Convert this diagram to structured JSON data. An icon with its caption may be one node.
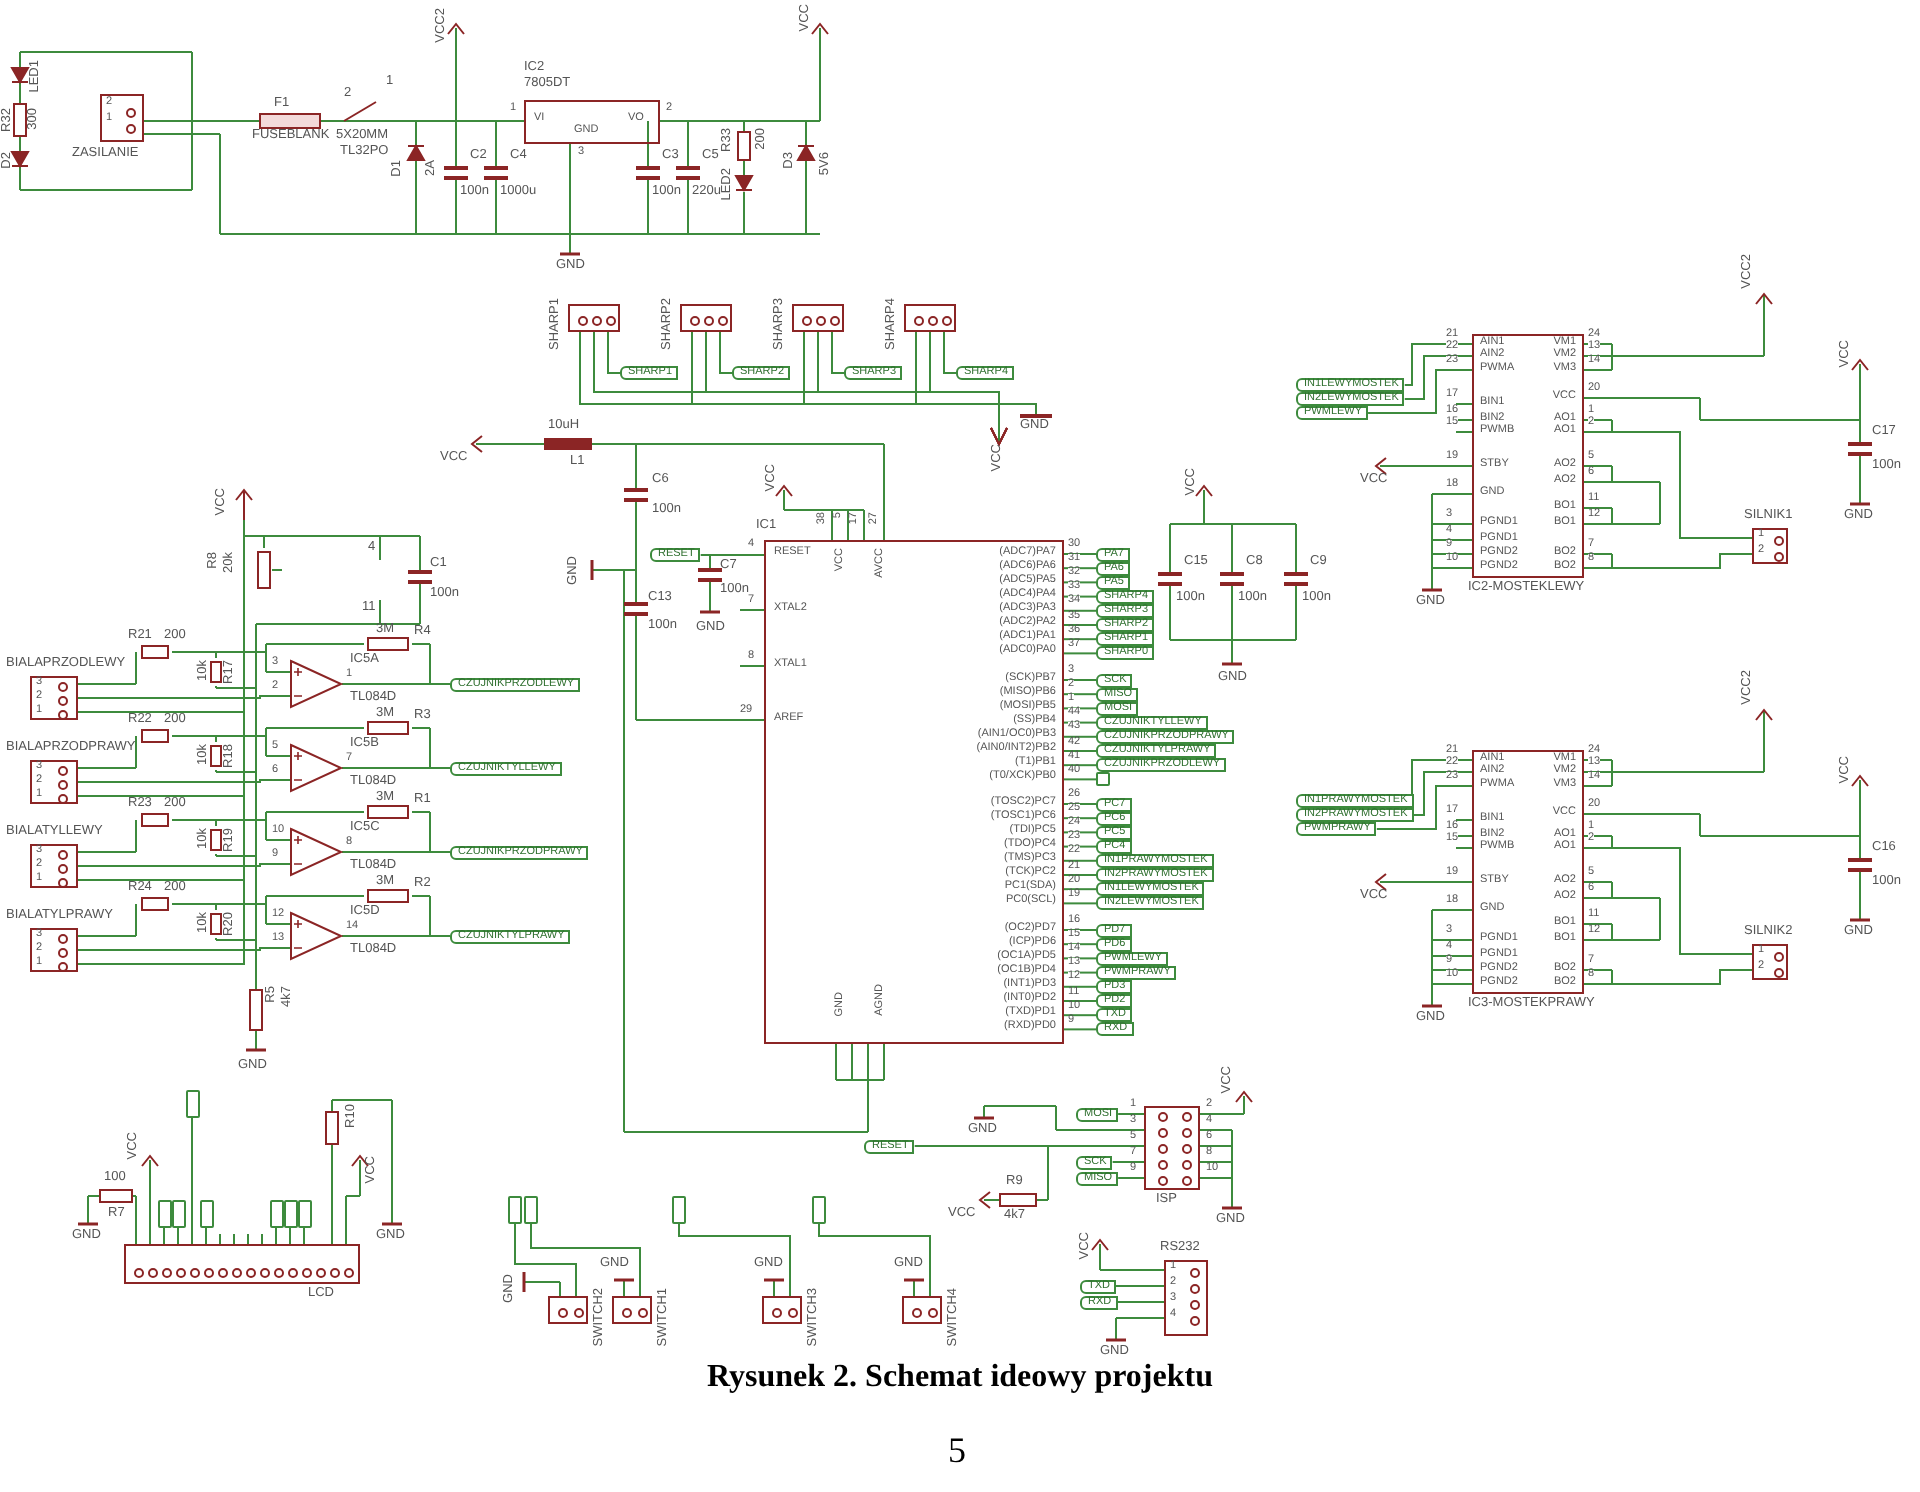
{
  "diagram": {
    "caption": "Rysunek 2. Schemat ideowy projektu",
    "nodes": [
      {
        "text": [
          "2",
          "1",
          "ZASILANIE"
        ]
      },
      {
        "text": [
          "IC2",
          "7805DT",
          "VI",
          "VO",
          "GND",
          "1",
          "2",
          "3"
        ]
      },
      {
        "text": [
          "SHARP1"
        ]
      },
      {
        "text": [
          "SHARP2"
        ]
      },
      {
        "text": [
          "SHARP3"
        ]
      },
      {
        "text": [
          "SHARP4"
        ]
      },
      {
        "text": [
          "SHARP1"
        ]
      },
      {
        "text": [
          "SHARP2"
        ]
      },
      {
        "text": [
          "SHARP3"
        ]
      },
      {
        "text": [
          "SHARP4"
        ]
      },
      {
        "text": [
          "RESET"
        ]
      },
      {
        "text": [
          "IC1",
          "RESET",
          "XTAL2",
          "XTAL1",
          "AREF",
          "VCC",
          "AVCC",
          "GND",
          "AGND",
          "(ADC7)PA7",
          "(ADC6)PA6",
          "(ADC5)PA5",
          "(ADC4)PA4",
          "(ADC3)PA3",
          "(ADC2)PA2",
          "(ADC1)PA1",
          "(ADC0)PA0",
          "(SCK)PB7",
          "(MISO)PB6",
          "(MOSI)PB5",
          "(SS)PB4",
          "(AIN1/OC0)PB3",
          "(AIN0/INT2)PB2",
          "(T1)PB1",
          "(T0/XCK)PB0",
          "(TOSC2)PC7",
          "(TOSC1)PC6",
          "(TDI)PC5",
          "(TDO)PC4",
          "(TMS)PC3",
          "(TCK)PC2",
          "PC1(SDA)",
          "PC0(SCL)",
          "(OC2)PD7",
          "(ICP)PD6",
          "(OC1A)PD5",
          "(OC1B)PD4",
          "(INT1)PD3",
          "(INT0)PD2",
          "(TXD)PD1",
          "(RXD)PD0",
          "4",
          "7",
          "8",
          "29",
          "38",
          "5",
          "17",
          "27",
          "30",
          "31",
          "32",
          "33",
          "34",
          "35",
          "36",
          "37",
          "3",
          "2",
          "1",
          "44",
          "43",
          "42",
          "41",
          "40",
          "26",
          "25",
          "24",
          "23",
          "22",
          "21",
          "20",
          "19",
          "16",
          "15",
          "14",
          "13",
          "12",
          "11",
          "10",
          "9"
        ]
      },
      {
        "text": [
          "PA7"
        ]
      },
      {
        "text": [
          "PA6"
        ]
      },
      {
        "text": [
          "PA5"
        ]
      },
      {
        "text": [
          "SHARP4"
        ]
      },
      {
        "text": [
          "SHARP3"
        ]
      },
      {
        "text": [
          "SHARP2"
        ]
      },
      {
        "text": [
          "SHARP1"
        ]
      },
      {
        "text": [
          "SHARP0"
        ]
      },
      {
        "text": [
          "SCK"
        ]
      },
      {
        "text": [
          "MISO"
        ]
      },
      {
        "text": [
          "MOSI"
        ]
      },
      {
        "text": [
          "CZUJNIKTYLLEWY"
        ]
      },
      {
        "text": [
          "CZUJNIKPRZODPRAWY"
        ]
      },
      {
        "text": [
          "CZUJNIKTYLPRAWY"
        ]
      },
      {
        "text": [
          "CZUJNIKPRZODLEWY"
        ]
      },
      {
        "text": [],
        "shape": "box"
      },
      {
        "text": [
          "PC7"
        ]
      },
      {
        "text": [
          "PC6"
        ]
      },
      {
        "text": [
          "PC5"
        ]
      },
      {
        "text": [
          "PC4"
        ]
      },
      {
        "text": [
          "IN1PRAWYMOSTEK"
        ]
      },
      {
        "text": [
          "IN2PRAWYMOSTEK"
        ]
      },
      {
        "text": [
          "IN1LEWYMOSTEK"
        ]
      },
      {
        "text": [
          "IN2LEWYMOSTEK"
        ]
      },
      {
        "text": [
          "PD7"
        ]
      },
      {
        "text": [
          "PD6"
        ]
      },
      {
        "text": [
          "PWMLEWY"
        ]
      },
      {
        "text": [
          "PWMPRAWY"
        ]
      },
      {
        "text": [
          "PD3"
        ]
      },
      {
        "text": [
          "PD2"
        ]
      },
      {
        "text": [
          "TXD"
        ]
      },
      {
        "text": [
          "RXD"
        ]
      },
      {
        "text": [
          "IC5A",
          "TL084D",
          "3",
          "2",
          "1"
        ]
      },
      {
        "text": [
          "IC5B",
          "TL084D",
          "5",
          "6",
          "7"
        ]
      },
      {
        "text": [
          "IC5C",
          "TL084D",
          "10",
          "9",
          "8"
        ]
      },
      {
        "text": [
          "IC5D",
          "TL084D",
          "12",
          "13",
          "14"
        ]
      },
      {
        "text": [
          "BIALAPRZODLEWY",
          "3",
          "2",
          "1"
        ]
      },
      {
        "text": [
          "BIALAPRZODPRAWY",
          "3",
          "2",
          "1"
        ]
      },
      {
        "text": [
          "BIALATYLLEWY",
          "3",
          "2",
          "1"
        ]
      },
      {
        "text": [
          "BIALATYLPRAWY",
          "3",
          "2",
          "1"
        ]
      },
      {
        "text": [
          "CZUJNIKPRZODLEWY"
        ]
      },
      {
        "text": [
          "CZUJNIKTYLLEWY"
        ]
      },
      {
        "text": [
          "CZUJNIKPRZODPRAWY"
        ]
      },
      {
        "text": [
          "CZUJNIKTYLPRAWY"
        ]
      },
      {
        "text": [
          "IC2-MOSTEKLEWY",
          "AIN1",
          "AIN2",
          "PWMA",
          "BIN1",
          "BIN2",
          "PWMB",
          "STBY",
          "GND",
          "PGND1",
          "PGND1",
          "PGND2",
          "PGND2",
          "VM1",
          "VM2",
          "VM3",
          "VCC",
          "AO1",
          "AO1",
          "AO2",
          "AO2",
          "BO1",
          "BO1",
          "BO2",
          "BO2",
          "21",
          "22",
          "23",
          "17",
          "16",
          "15",
          "19",
          "18",
          "3",
          "4",
          "9",
          "10",
          "24",
          "13",
          "14",
          "20",
          "1",
          "2",
          "5",
          "6",
          "11",
          "12",
          "7",
          "8"
        ]
      },
      {
        "text": [
          "IN1LEWYMOSTEK"
        ]
      },
      {
        "text": [
          "IN2LEWYMOSTEK"
        ]
      },
      {
        "text": [
          "PWMLEWY"
        ]
      },
      {
        "text": [
          "SILNIK1",
          "1",
          "2"
        ]
      },
      {
        "text": [
          "IC3-MOSTEKPRAWY",
          "AIN1",
          "AIN2",
          "PWMA",
          "BIN1",
          "BIN2",
          "PWMB",
          "STBY",
          "GND",
          "PGND1",
          "PGND1",
          "PGND2",
          "PGND2",
          "VM1",
          "VM2",
          "VM3",
          "VCC",
          "AO1",
          "AO1",
          "AO2",
          "AO2",
          "BO1",
          "BO1",
          "BO2",
          "BO2",
          "21",
          "22",
          "23",
          "17",
          "16",
          "15",
          "19",
          "18",
          "3",
          "4",
          "9",
          "10",
          "24",
          "13",
          "14",
          "20",
          "1",
          "2",
          "5",
          "6",
          "11",
          "12",
          "7",
          "8"
        ]
      },
      {
        "text": [
          "IN1PRAWYMOSTEK"
        ]
      },
      {
        "text": [
          "IN2PRAWYMOSTEK"
        ]
      },
      {
        "text": [
          "PWMPRAWY"
        ]
      },
      {
        "text": [
          "SILNIK2",
          "1",
          "2"
        ]
      },
      {
        "text": [
          "LCD"
        ]
      },
      {
        "text": [],
        "shape": "box"
      },
      {
        "text": [],
        "shape": "box"
      },
      {
        "text": [],
        "shape": "box"
      },
      {
        "text": [],
        "shape": "box"
      },
      {
        "text": [],
        "shape": "box"
      },
      {
        "text": [],
        "shape": "box"
      },
      {
        "text": [],
        "shape": "box"
      },
      {
        "text": [
          "ISP",
          "1",
          "2",
          "3",
          "4",
          "5",
          "6",
          "7",
          "8",
          "9",
          "10"
        ]
      },
      {
        "text": [
          "MOSI"
        ]
      },
      {
        "text": [
          "RESET"
        ]
      },
      {
        "text": [
          "SCK"
        ]
      },
      {
        "text": [
          "MISO"
        ]
      },
      {
        "text": [
          "RS232",
          "1",
          "2",
          "3",
          "4"
        ]
      },
      {
        "text": [
          "TXD"
        ]
      },
      {
        "text": [
          "RXD"
        ]
      },
      {
        "text": [],
        "shape": "box"
      },
      {
        "text": [],
        "shape": "box"
      },
      {
        "text": [],
        "shape": "box"
      },
      {
        "text": [],
        "shape": "box"
      },
      {
        "text": [
          "SWITCH2"
        ]
      },
      {
        "text": [
          "SWITCH1"
        ]
      },
      {
        "text": [
          "SWITCH3"
        ]
      },
      {
        "text": [
          "SWITCH4"
        ]
      },
      {
        "text": [
          "GND"
        ]
      },
      {
        "text": [
          "VCC"
        ]
      },
      {
        "text": [
          "VCC"
        ]
      }
    ],
    "edges": [
      {
        "from": 0,
        "to": 1,
        "arrow": "none"
      },
      {
        "from": 2,
        "to": 6,
        "arrow": "none"
      },
      {
        "from": 3,
        "to": 7,
        "arrow": "none"
      },
      {
        "from": 4,
        "to": 8,
        "arrow": "none"
      },
      {
        "from": 5,
        "to": 9,
        "arrow": "none"
      },
      {
        "from": 10,
        "to": 11,
        "arrow": "none"
      },
      {
        "from": 11,
        "to": 12,
        "arrow": "none"
      },
      {
        "from": 11,
        "to": 13,
        "arrow": "none"
      },
      {
        "from": 11,
        "to": 14,
        "arrow": "none"
      },
      {
        "from": 11,
        "to": 15,
        "arrow": "none"
      },
      {
        "from": 11,
        "to": 16,
        "arrow": "none"
      },
      {
        "from": 11,
        "to": 17,
        "arrow": "none"
      },
      {
        "from": 11,
        "to": 18,
        "arrow": "none"
      },
      {
        "from": 11,
        "to": 19,
        "arrow": "none"
      },
      {
        "from": 11,
        "to": 20,
        "arrow": "none"
      },
      {
        "from": 11,
        "to": 21,
        "arrow": "none"
      },
      {
        "from": 11,
        "to": 22,
        "arrow": "none"
      },
      {
        "from": 11,
        "to": 23,
        "arrow": "none"
      },
      {
        "from": 11,
        "to": 24,
        "arrow": "none"
      },
      {
        "from": 11,
        "to": 25,
        "arrow": "none"
      },
      {
        "from": 11,
        "to": 26,
        "arrow": "none"
      },
      {
        "from": 11,
        "to": 27,
        "arrow": "none"
      },
      {
        "from": 11,
        "to": 28,
        "arrow": "none"
      },
      {
        "from": 11,
        "to": 29,
        "arrow": "none"
      },
      {
        "from": 11,
        "to": 30,
        "arrow": "none"
      },
      {
        "from": 11,
        "to": 31,
        "arrow": "none"
      },
      {
        "from": 11,
        "to": 32,
        "arrow": "none"
      },
      {
        "from": 11,
        "to": 33,
        "arrow": "none"
      },
      {
        "from": 11,
        "to": 34,
        "arrow": "none"
      },
      {
        "from": 11,
        "to": 35,
        "arrow": "none"
      },
      {
        "from": 11,
        "to": 36,
        "arrow": "none"
      },
      {
        "from": 11,
        "to": 37,
        "arrow": "none"
      },
      {
        "from": 11,
        "to": 38,
        "arrow": "none"
      },
      {
        "from": 11,
        "to": 39,
        "arrow": "none"
      },
      {
        "from": 11,
        "to": 40,
        "arrow": "none"
      },
      {
        "from": 11,
        "to": 41,
        "arrow": "none"
      },
      {
        "from": 11,
        "to": 42,
        "arrow": "none"
      },
      {
        "from": 11,
        "to": 43,
        "arrow": "none"
      },
      {
        "from": 48,
        "to": 44,
        "arrow": "none"
      },
      {
        "from": 49,
        "to": 45,
        "arrow": "none"
      },
      {
        "from": 50,
        "to": 46,
        "arrow": "none"
      },
      {
        "from": 51,
        "to": 47,
        "arrow": "none"
      },
      {
        "from": 44,
        "to": 52,
        "arrow": "none"
      },
      {
        "from": 45,
        "to": 53,
        "arrow": "none"
      },
      {
        "from": 46,
        "to": 54,
        "arrow": "none"
      },
      {
        "from": 47,
        "to": 55,
        "arrow": "none"
      },
      {
        "from": 57,
        "to": 56,
        "arrow": "none"
      },
      {
        "from": 58,
        "to": 56,
        "arrow": "none"
      },
      {
        "from": 59,
        "to": 56,
        "arrow": "none"
      },
      {
        "from": 56,
        "to": 60,
        "arrow": "none"
      },
      {
        "from": 62,
        "to": 61,
        "arrow": "none"
      },
      {
        "from": 63,
        "to": 61,
        "arrow": "none"
      },
      {
        "from": 64,
        "to": 61,
        "arrow": "none"
      },
      {
        "from": 61,
        "to": 65,
        "arrow": "none"
      },
      {
        "from": 67,
        "to": 66,
        "arrow": "none"
      },
      {
        "from": 68,
        "to": 66,
        "arrow": "none"
      },
      {
        "from": 69,
        "to": 66,
        "arrow": "none"
      },
      {
        "from": 70,
        "to": 66,
        "arrow": "none"
      },
      {
        "from": 71,
        "to": 66,
        "arrow": "none"
      },
      {
        "from": 72,
        "to": 66,
        "arrow": "none"
      },
      {
        "from": 73,
        "to": 66,
        "arrow": "none"
      },
      {
        "from": 75,
        "to": 74,
        "arrow": "none"
      },
      {
        "from": 76,
        "to": 74,
        "arrow": "none"
      },
      {
        "from": 77,
        "to": 74,
        "arrow": "none"
      },
      {
        "from": 78,
        "to": 74,
        "arrow": "none"
      },
      {
        "from": 80,
        "to": 79,
        "arrow": "none"
      },
      {
        "from": 81,
        "to": 79,
        "arrow": "none"
      },
      {
        "from": 82,
        "to": 86,
        "arrow": "none"
      },
      {
        "from": 83,
        "to": 87,
        "arrow": "none"
      },
      {
        "from": 84,
        "to": 88,
        "arrow": "none"
      },
      {
        "from": 85,
        "to": 89,
        "arrow": "none"
      },
      {
        "from": 2,
        "to": 90,
        "arrow": "none"
      },
      {
        "from": 3,
        "to": 90,
        "arrow": "none"
      },
      {
        "from": 4,
        "to": 90,
        "arrow": "none"
      },
      {
        "from": 5,
        "to": 90,
        "arrow": "none"
      },
      {
        "from": 2,
        "to": 91,
        "arrow": "to"
      },
      {
        "from": 3,
        "to": 91,
        "arrow": "to"
      },
      {
        "from": 4,
        "to": 91,
        "arrow": "to"
      },
      {
        "from": 5,
        "to": 91,
        "arrow": "to"
      },
      {
        "from": 48,
        "to": 92,
        "arrow": "none"
      },
      {
        "from": 49,
        "to": 92,
        "arrow": "none"
      },
      {
        "from": 50,
        "to": 92,
        "arrow": "none"
      },
      {
        "from": 51,
        "to": 92,
        "arrow": "none"
      },
      {
        "from": 56,
        "to": 60,
        "arrow": "none"
      },
      {
        "from": 61,
        "to": 65,
        "arrow": "none"
      }
    ],
    "labels": [
      "LED1",
      "R32",
      "300",
      "D2",
      "F1",
      "FUSEBLANK",
      "5X20MM",
      "TL32PO",
      "2",
      "1",
      "VCC2",
      "D1",
      "2A",
      "C2",
      "100n",
      "C4",
      "1000u",
      "GND",
      "C3",
      "100n",
      "C5",
      "220u",
      "R33",
      "200",
      "LED2",
      "D3",
      "5V6",
      "VCC",
      "10uH",
      "VCC",
      "L1",
      "C6",
      "100n",
      "GND",
      "C7",
      "100n",
      "GND",
      "C13",
      "100n",
      "VCC",
      "VCC",
      "C15",
      "100n",
      "C8",
      "100n",
      "C9",
      "100n",
      "GND",
      "R8",
      "20k",
      "C1",
      "100n",
      "4",
      "11",
      "R21",
      "200",
      "R22",
      "200",
      "R23",
      "200",
      "R24",
      "200",
      "10k",
      "R17",
      "10k",
      "R18",
      "10k",
      "R19",
      "10k",
      "R20",
      "3M",
      "R4",
      "3M",
      "R3",
      "3M",
      "R1",
      "3M",
      "R2",
      "R5",
      "4k7",
      "GND",
      "VCC2",
      "VCC",
      "C17",
      "100n",
      "GND",
      "VCC",
      "GND",
      "VCC2",
      "VCC",
      "C16",
      "100n",
      "GND",
      "VCC",
      "GND",
      "VCC",
      "100",
      "R7",
      "GND",
      "R10",
      "VCC",
      "GND",
      "GND",
      "R9",
      "VCC",
      "4k7",
      "VCC",
      "GND",
      "VCC",
      "GND",
      "GND",
      "GND",
      "GND",
      "GND",
      "5"
    ]
  }
}
